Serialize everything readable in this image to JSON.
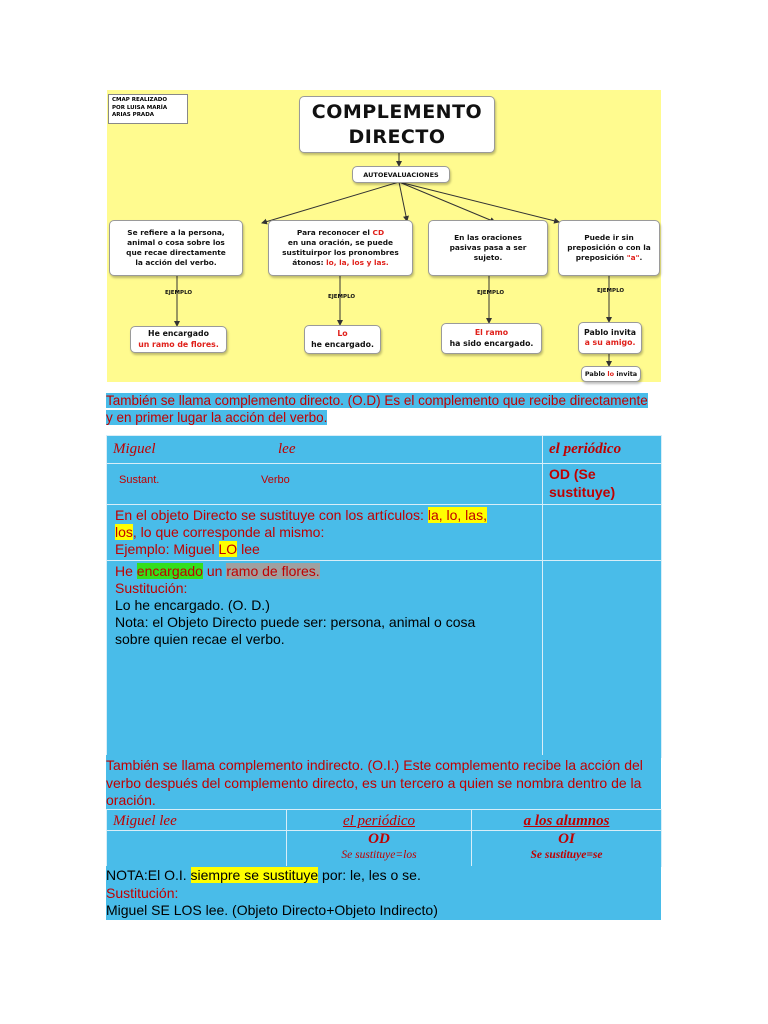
{
  "map": {
    "credit": [
      "CMAP REALIZADO",
      "POR LUISA MARÍA",
      "ARIAS PRADA"
    ],
    "title_line1": "COMPLEMENTO",
    "title_line2": "DIRECTO",
    "autoevaluaciones": "AUTOEVALUACIONES",
    "branch1": [
      "Se refiere a la persona,",
      "animal  o cosa sobre los",
      "que recae directamente",
      "la acción del verbo."
    ],
    "branch2": {
      "l1a": "Para reconocer el ",
      "l1b": "CD",
      "l2": "en una oración, se puede",
      "l3": "sustituirpor los pronombres",
      "l4a": "átonos: ",
      "l4b": "lo, la, los y las."
    },
    "branch3": [
      "En las oraciones",
      "pasivas pasa a ser",
      "sujeto."
    ],
    "branch4": {
      "l1": "Puede ir sin",
      "l2": "preposición o con la",
      "l3a": "preposición ",
      "l3b": "\"a\"",
      "l3c": "."
    },
    "ejemplo": "EJEMPLO",
    "ex1": {
      "l1": "He encargado",
      "l2": "un ramo de flores."
    },
    "ex2": {
      "l1": "Lo",
      "l2": "he encargado."
    },
    "ex3": {
      "l1": "El ramo",
      "l2": "ha sido encargado."
    },
    "ex4": {
      "l1": "Pablo invita",
      "l2": "a su amigo."
    },
    "ex4b": {
      "a": "Pablo ",
      "b": "lo",
      "c": " invita"
    }
  },
  "para1": {
    "line1": "También se llama complemento directo. (O.D) Es el complemento que recibe directamente",
    "line2": "y en primer lugar la acción del verbo."
  },
  "table1": {
    "row1": {
      "c1": "Miguel",
      "c2": "lee",
      "c3": "el periódico"
    },
    "row2": {
      "c1": "Sustant.",
      "c2": "Verbo",
      "c3": "OD (Se sustituye)"
    },
    "row3": {
      "a": "En el objeto Directo se sustituye con los artículos: ",
      "b": "la, lo, las,",
      "c": "los",
      "d": ", lo que corresponde al mismo:",
      "e": "Ejemplo: Miguel ",
      "f": "LO",
      "g": " lee"
    },
    "row4": {
      "a": "He ",
      "b": "encargado",
      "c": " un ",
      "d": "ramo de flores.",
      "e": "Sustitución:",
      "f": "Lo he encargado. (O. D.)",
      "g": "Nota: el Objeto Directo puede ser: persona, animal o cosa",
      "h": "sobre quien recae el verbo."
    }
  },
  "para2": {
    "text": "También se llama complemento indirecto. (O.I.) Este complemento recibe la acción del verbo después del complemento directo, es un tercero a quien se nombra dentro de la oración."
  },
  "table2": {
    "c1": "Miguel lee",
    "c2": "el periódico",
    "c3": "a los alumnos",
    "od": "OD",
    "od_sub": "Se sustituye=los",
    "oi": "OI",
    "oi_sub": "Se sustituye=se"
  },
  "para3": {
    "a": "NOTA:El O.I. ",
    "b": "siempre se sustituye",
    "c": " por:  le, les  o se.",
    "d": "Sustitución:",
    "e": "Miguel SE LOS lee. (Objeto Directo+Objeto Indirecto)"
  },
  "colors": {
    "blue_bg": "#49bce9",
    "map_bg": "#fffb8f",
    "red_text": "#c00000",
    "highlight_yellow": "#ffff00",
    "highlight_green": "#33e01c"
  }
}
